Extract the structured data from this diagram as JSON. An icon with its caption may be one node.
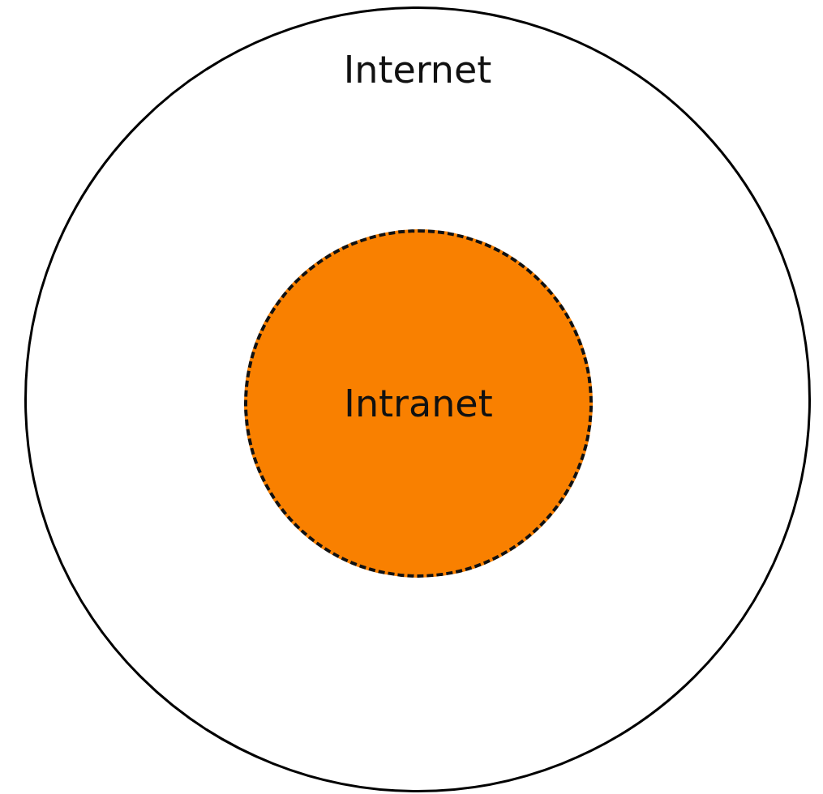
{
  "diagram": {
    "nodes": [
      {
        "text": [
          "Internet"
        ]
      },
      {
        "text": [
          "Intranet"
        ],
        "in": 0
      }
    ]
  }
}
